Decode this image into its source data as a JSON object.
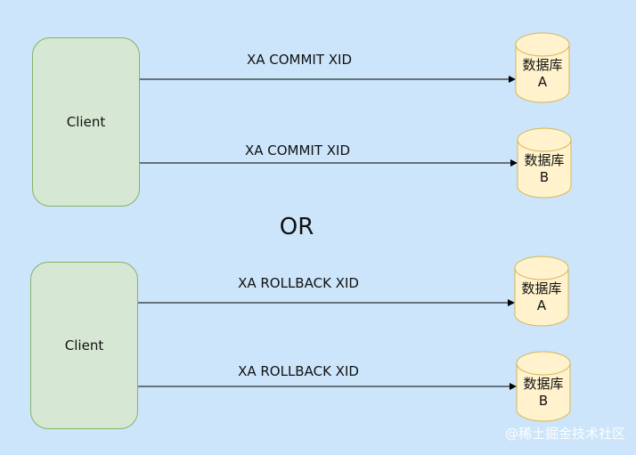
{
  "colors": {
    "background": "#cce5fb",
    "client_fill": "#d6e8d4",
    "client_stroke": "#82b366",
    "db_fill": "#fff2cc",
    "db_stroke": "#d6b656"
  },
  "top": {
    "client_label": "Client",
    "arrow1_label": "XA COMMIT XID",
    "arrow2_label": "XA COMMIT XID",
    "db1": {
      "line1": "数据库",
      "line2": "A"
    },
    "db2": {
      "line1": "数据库",
      "line2": "B"
    }
  },
  "separator": "OR",
  "bottom": {
    "client_label": "Client",
    "arrow1_label": "XA ROLLBACK XID",
    "arrow2_label": "XA ROLLBACK XID",
    "db1": {
      "line1": "数据库",
      "line2": "A"
    },
    "db2": {
      "line1": "数据库",
      "line2": "B"
    }
  },
  "watermark": "@稀土掘金技术社区"
}
